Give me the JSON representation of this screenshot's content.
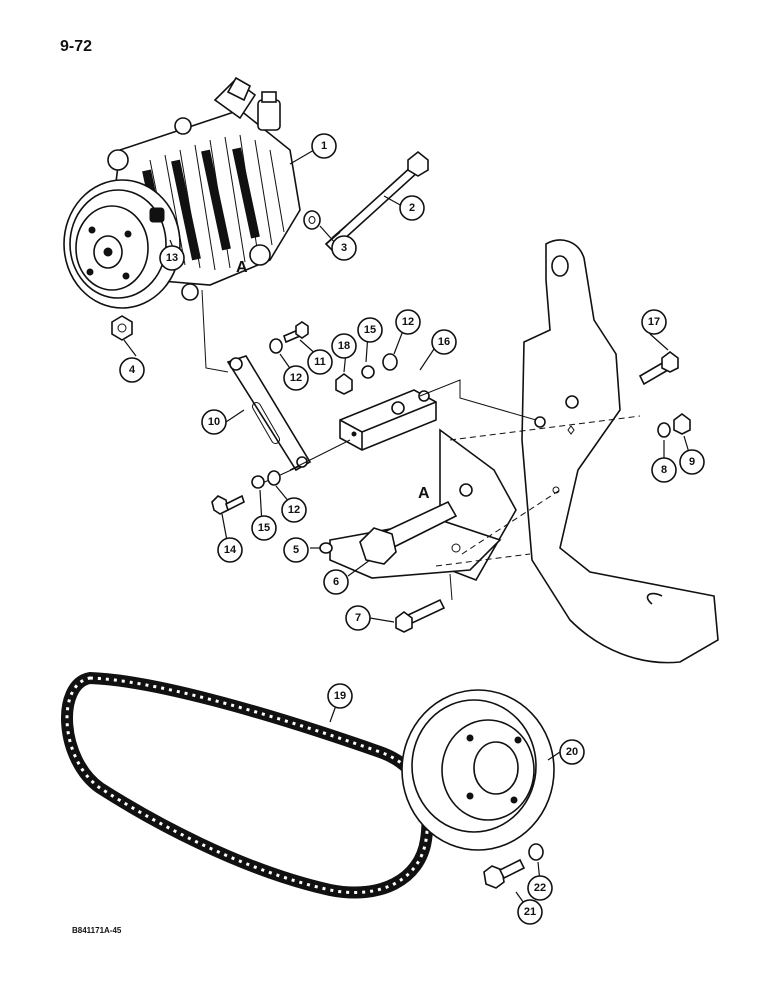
{
  "page": {
    "page_number": "9-72",
    "figure_code": "B841171A-45"
  },
  "reference_letters": [
    "A",
    "A"
  ],
  "callouts": [
    "1",
    "2",
    "3",
    "4",
    "5",
    "6",
    "7",
    "8",
    "9",
    "10",
    "11",
    "12",
    "12",
    "12",
    "13",
    "14",
    "15",
    "15",
    "16",
    "17",
    "18",
    "19",
    "20",
    "21",
    "22"
  ]
}
